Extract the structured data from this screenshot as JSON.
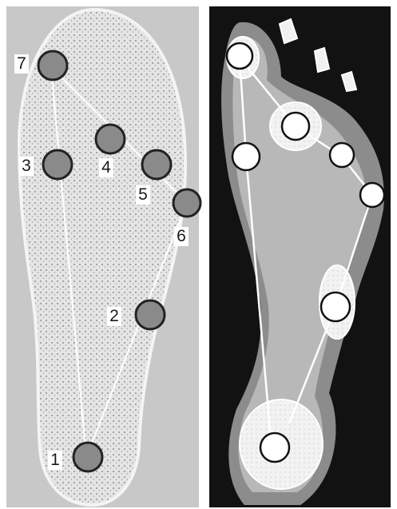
{
  "figure": {
    "insole_panel": {
      "background_color": "#c8c8c8",
      "insole_fill": "#e6e6e6",
      "sensor_fill": "#8a8a8a",
      "sensor_outline": "#222222",
      "line_color": "#ffffff"
    },
    "pressure_panel": {
      "background_color": "#121212",
      "footprint_outer": "#8c8c8c",
      "footprint_inner": "#d8d8d8",
      "marker_fill": "#ffffff"
    },
    "sensors": [
      {
        "id": "1",
        "label": "1"
      },
      {
        "id": "2",
        "label": "2"
      },
      {
        "id": "3",
        "label": "3"
      },
      {
        "id": "4",
        "label": "4"
      },
      {
        "id": "5",
        "label": "5"
      },
      {
        "id": "6",
        "label": "6"
      },
      {
        "id": "7",
        "label": "7"
      }
    ]
  }
}
